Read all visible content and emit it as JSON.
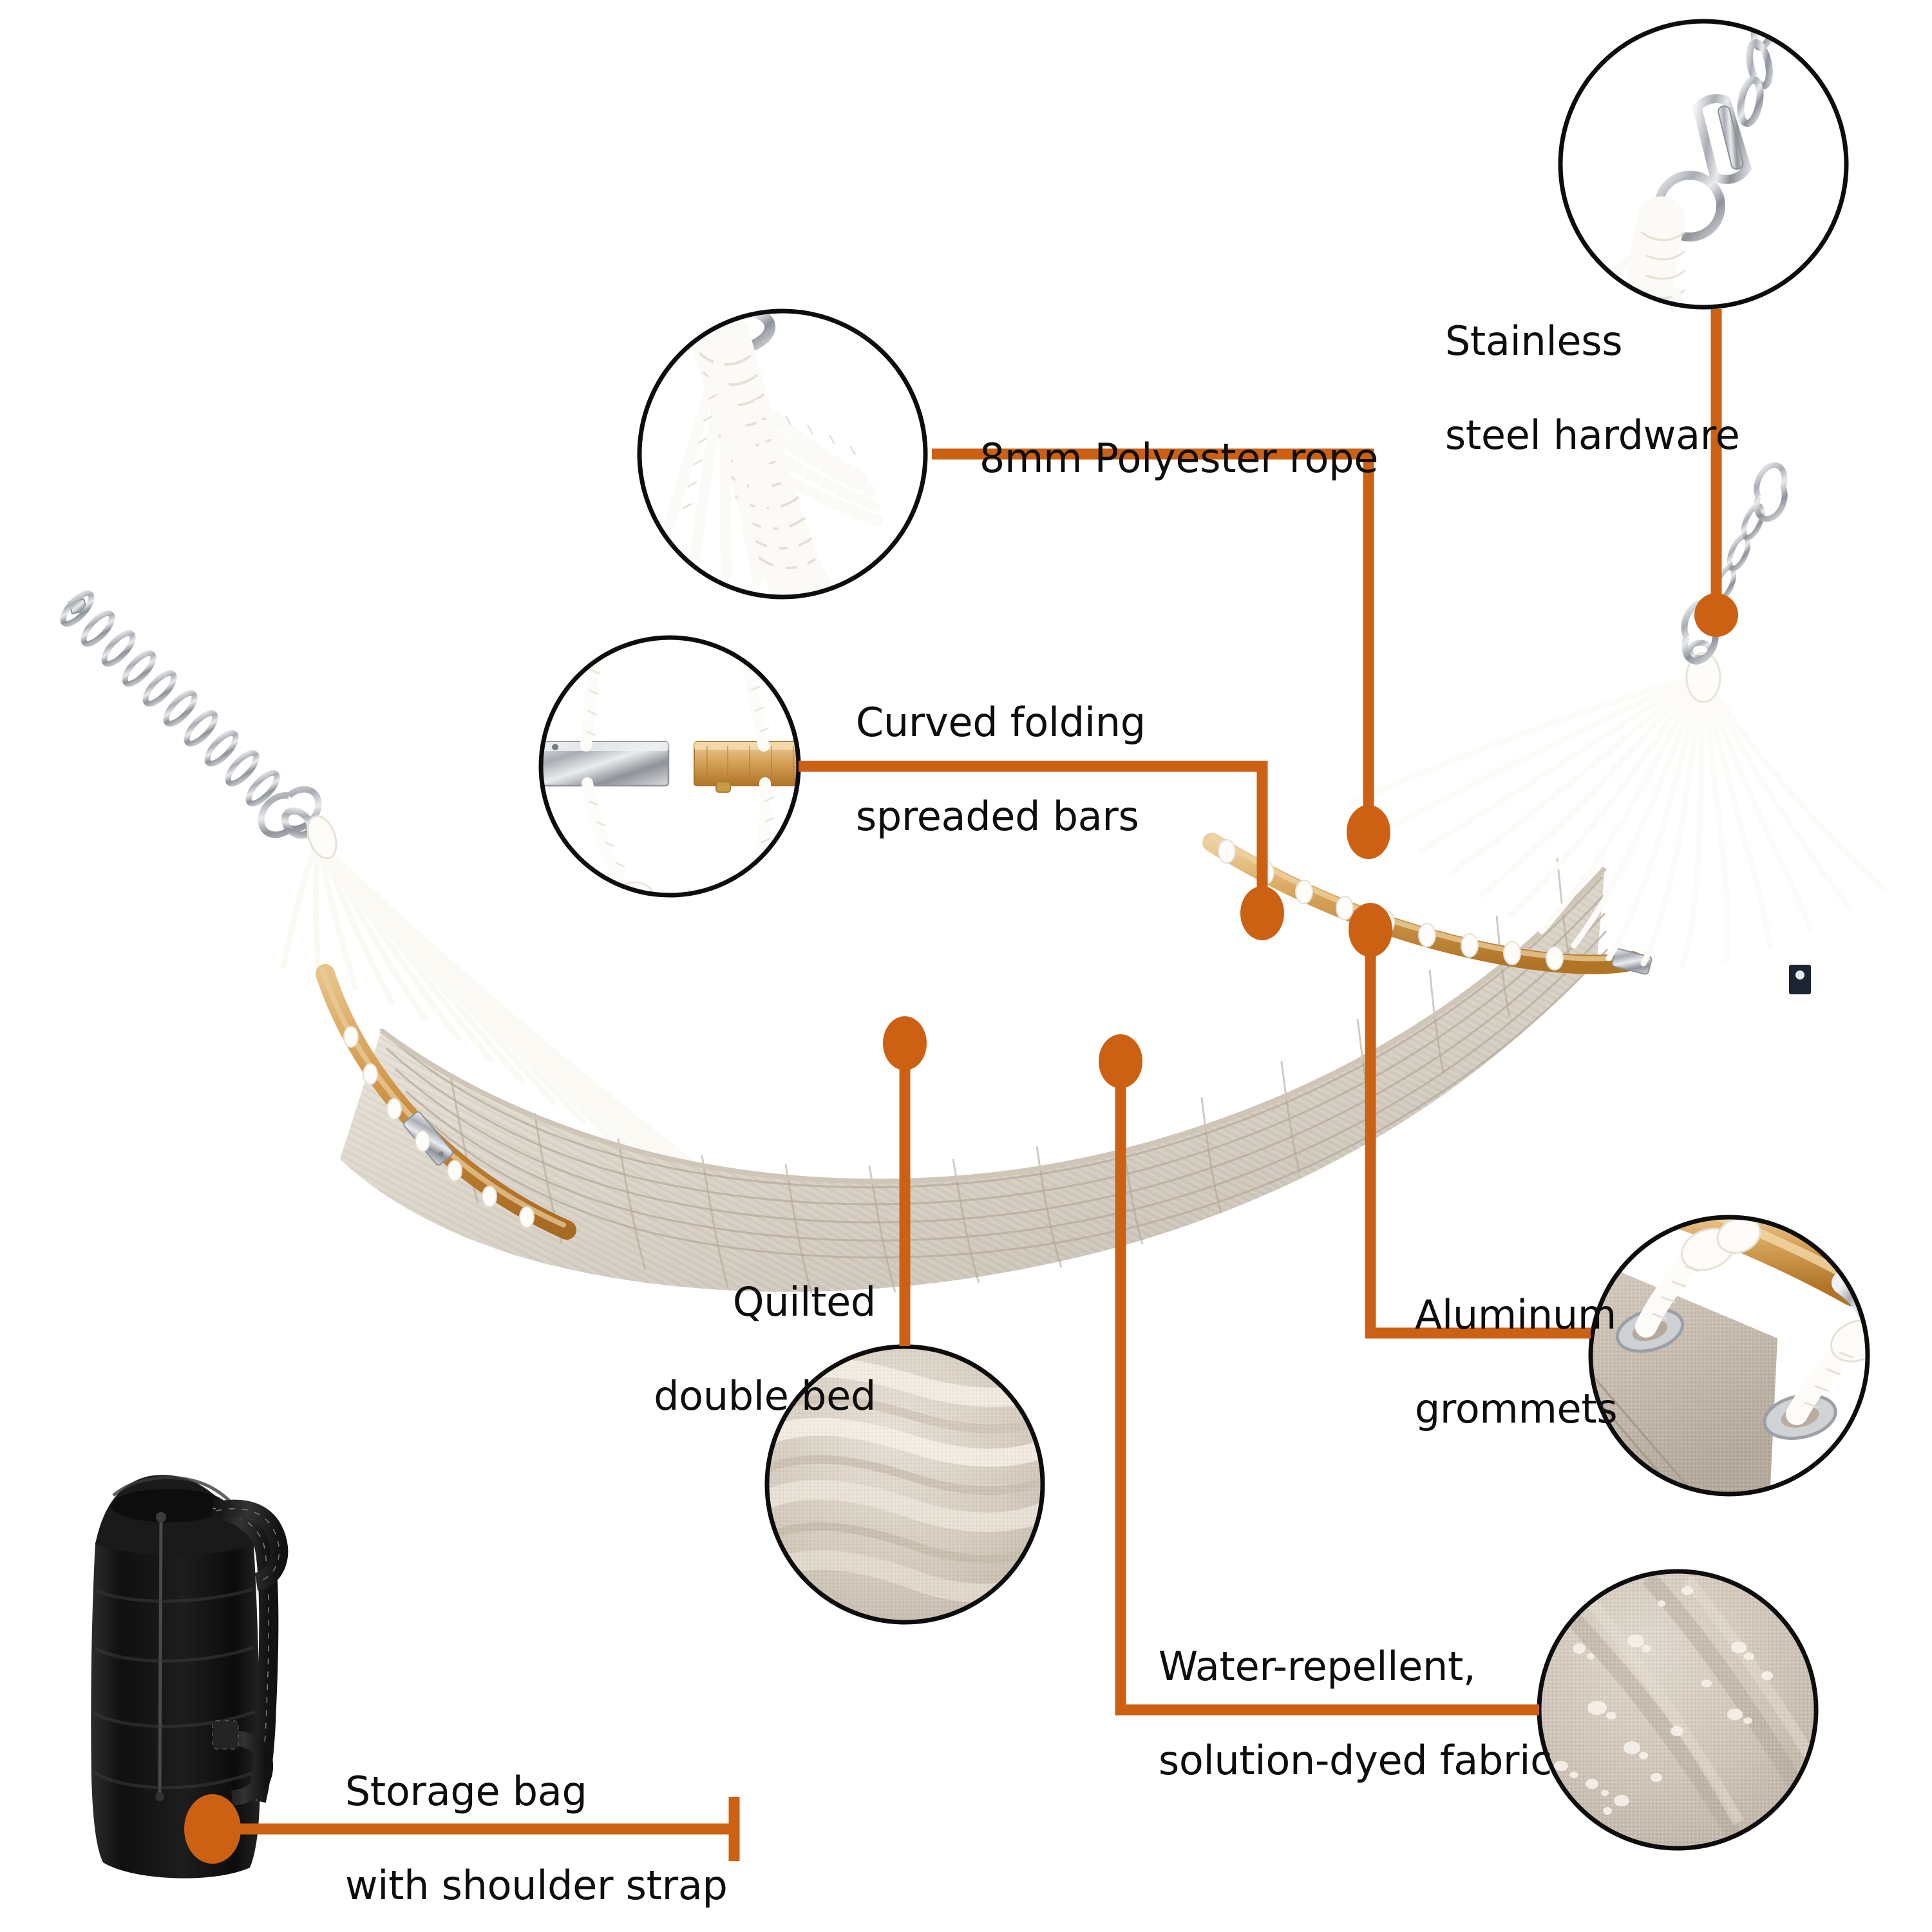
{
  "diagram": {
    "title": "Quilted double hammock product feature callouts",
    "accent_color": "#CC6114",
    "outline_color": "#0d0d0d",
    "background_color": "#ffffff",
    "fabric_color": "#d9d2c8",
    "bamboo_color": "#c08a3e",
    "rope_color": "#fbfaf6",
    "steel_color": "#b9bcc0",
    "bag_color": "#181818"
  },
  "callouts": [
    {
      "id": "stainless-steel-hardware",
      "label_line_1": "Stainless",
      "label_line_2": "steel hardware",
      "detail_icon": "chain-carabiner-icon",
      "detail_caption": "Stainless steel chain, carabiner and ring"
    },
    {
      "id": "polyester-rope",
      "label_line_1": "8mm Polyester rope",
      "label_line_2": "",
      "detail_icon": "braided-rope-ring-icon",
      "detail_caption": "Braided rope fan attached to steel ring"
    },
    {
      "id": "curved-folding-spreaded-bars",
      "label_line_1": "Curved folding",
      "label_line_2": "spreaded bars",
      "detail_icon": "bamboo-bar-chrome-joint-icon",
      "detail_caption": "Chrome folding joint and bamboo bar"
    },
    {
      "id": "quilted-double-bed",
      "label_line_1": "Quilted",
      "label_line_2": "double bed",
      "detail_icon": "quilted-fabric-icon",
      "detail_caption": "Quilted padded fabric ridges"
    },
    {
      "id": "aluminum-grommets",
      "label_line_1": "Aluminum",
      "label_line_2": "grommets",
      "detail_icon": "grommet-eyelet-icon",
      "detail_caption": "Metal eyelets with knotted rope"
    },
    {
      "id": "water-repellent-solution-dyed-fabric",
      "label_line_1": "Water-repellent,",
      "label_line_2": "solution-dyed fabric",
      "detail_icon": "water-droplets-fabric-icon",
      "detail_caption": "Water beading on woven fabric"
    },
    {
      "id": "storage-bag-with-shoulder-strap",
      "label_line_1": "Storage bag",
      "label_line_2": "with shoulder strap",
      "detail_icon": "storage-bag-icon",
      "detail_caption": "Black carry bag with shoulder strap"
    }
  ],
  "product": {
    "name": "quilted-double-hammock",
    "brand_tag": "brand-label-tag"
  }
}
